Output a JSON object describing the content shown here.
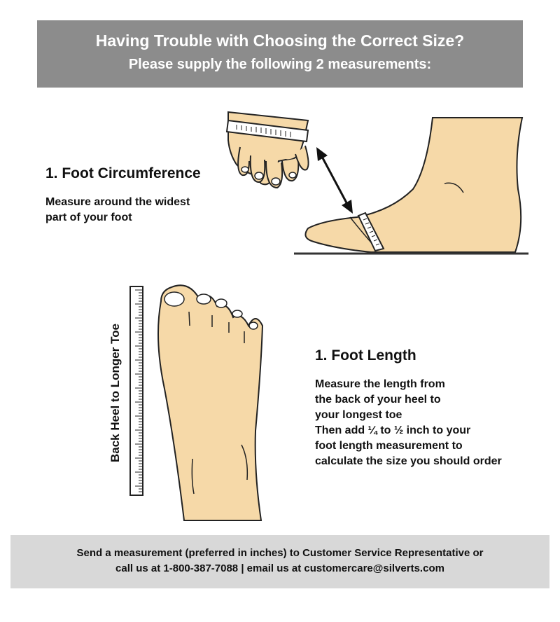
{
  "header": {
    "line1": "Having Trouble with Choosing the Correct Size?",
    "line2": "Please supply the following 2 measurements:"
  },
  "circumference": {
    "title": "1. Foot Circumference",
    "body": "Measure around the widest\npart of your foot"
  },
  "length": {
    "title": "1. Foot Length",
    "body": "Measure the length from\nthe back of your heel to\nyour longest toe\nThen add ¼ to ½ inch to your\nfoot length measurement to\ncalculate the size you should order",
    "ruler_label": "Back Heel to Longer Toe"
  },
  "footer": {
    "line1": "Send a measurement (preferred in inches) to Customer Service Representative or",
    "line2": "call us at 1-800-387-7088 | email us at customercare@silverts.com"
  },
  "colors": {
    "header_bg": "#8c8c8c",
    "footer_bg": "#d8d8d8",
    "skin": "#f6d9a8"
  }
}
